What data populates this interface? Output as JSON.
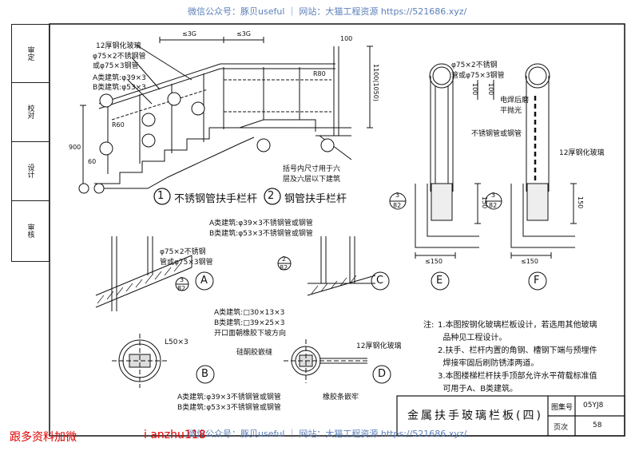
{
  "watermarks": {
    "top": "微信公众号：豚贝useful ｜ 网站：大猫工程资源 https://521686.xyz/",
    "bottom": "微信公众号：豚贝useful ｜ 网站：大猫工程资源 https://521686.xyz/"
  },
  "promo": {
    "left": "跟多资料加微",
    "right": "i anzhu118"
  },
  "signature_block": {
    "rows": [
      "审核",
      "设计",
      "校对",
      "审定"
    ]
  },
  "details": {
    "detail1": {
      "number": "1",
      "title": "不锈钢管扶手栏杆",
      "glass_label": "12厚钢化玻璃",
      "pipe_top_a": "φ75×2不锈钢管",
      "pipe_top_b": "或φ75×3钢管",
      "pipe_mid_a": "A类建筑:φ39×3",
      "pipe_mid_b": "B类建筑:φ53×3",
      "r60": "R60",
      "r80": "R80",
      "height_left": "900",
      "dim_60": "60",
      "gap_a": "≤3G",
      "gap_b": "≤3G",
      "dim_100": "100",
      "dim_1100": "1100(1050)",
      "note_a": "括号内尺寸用于六",
      "note_b": "层及六层以下建筑",
      "ref_a": "A",
      "ref_b": "B",
      "ref_c": "C",
      "ref_d": "D",
      "ref_e": "E",
      "ref_f": "F"
    },
    "detail2": {
      "number": "2",
      "title": "钢管扶手栏杆"
    },
    "detailA": {
      "letter": "A",
      "ref_num": "3",
      "ref_page": "82",
      "top_a": "A类建筑:φ39×3不锈钢管或钢管",
      "top_b": "B类建筑:φ53×3不锈钢管或钢管",
      "pipe_a": "φ75×2不锈钢",
      "pipe_b": "管或φ75×3钢管"
    },
    "detailC": {
      "letter": "C",
      "ref_num": "2",
      "ref_page": "82"
    },
    "detailB": {
      "letter": "B",
      "l50": "L50×3",
      "bot_a": "A类建筑:φ39×3不锈钢管或钢管",
      "bot_b": "B类建筑:φ53×3不锈钢管或钢管"
    },
    "detailD": {
      "letter": "D",
      "top_a": "A类建筑:□30×13×3",
      "top_b": "B类建筑:□39×25×3",
      "top_c": "开口面朝橡胶下坡方向",
      "sealant": "硅酮胶嵌缝",
      "glass": "12厚钢化玻璃",
      "rubber": "橡胶条嵌牢"
    },
    "detailE": {
      "letter": "E",
      "ref_num": "3",
      "ref_page": "82",
      "pipe_a": "φ75×2不锈钢",
      "pipe_b": "管或φ75×3钢管",
      "dim_100": "100",
      "dim_150": "150",
      "dim_w": "≤150"
    },
    "detailF": {
      "letter": "F",
      "ref_num": "3",
      "ref_page": "82",
      "weld_a": "电焊后磨",
      "weld_b": "平抛光",
      "pipe": "不锈钢管或钢管",
      "glass": "12厚钢化玻璃",
      "dim_100": "100",
      "dim_150": "150",
      "dim_w": "≤150"
    }
  },
  "notes": {
    "title": "注:",
    "items": [
      "1.本图按钢化玻璃栏板设计，若选用其他玻璃",
      "  品种见工程设计。",
      "2.扶手、栏杆内置的角钢、槽钢下端与预埋件",
      "  焊接牢固后刷防锈漆两道。",
      "3.本图楼梯栏杆扶手顶部允许水平荷载标准值",
      "  可用于A、B类建筑。"
    ]
  },
  "title_block": {
    "title": "金属扶手玻璃栏板(四)",
    "atlas_label": "图集号",
    "atlas_value": "05YJ8",
    "page_label": "页次",
    "page_value": "58"
  }
}
